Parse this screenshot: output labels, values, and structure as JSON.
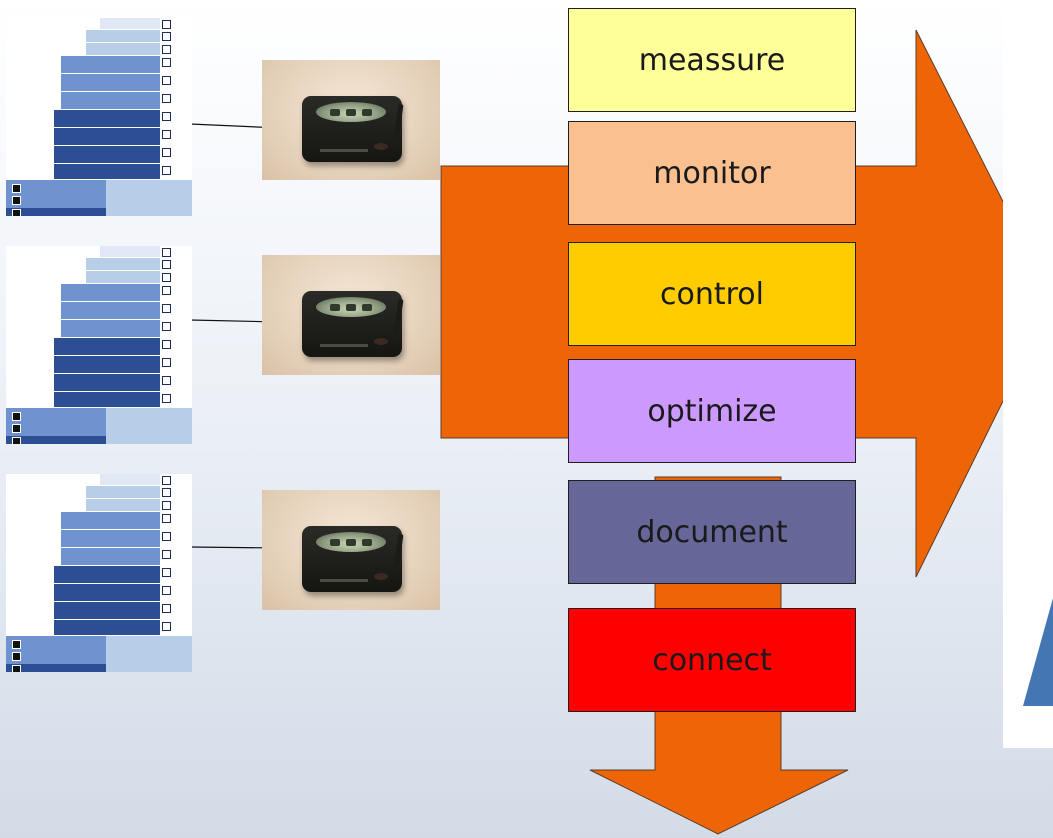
{
  "steps": [
    {
      "label": "meassure",
      "color": "#ffff99"
    },
    {
      "label": "monitor",
      "color": "#fac090"
    },
    {
      "label": "control",
      "color": "#ffcc00"
    },
    {
      "label": "optimize",
      "color": "#cc99ff"
    },
    {
      "label": "document",
      "color": "#666699"
    },
    {
      "label": "connect",
      "color": "#ff0000"
    }
  ],
  "colors": {
    "flow_arrow": "#ee6507",
    "stack_light": "#b7cde8",
    "stack_mid": "#6e93cf",
    "stack_dark": "#2c4f93",
    "stack_navy": "#15306a",
    "logo_blue": "#4476b3"
  },
  "icons": [
    "ui-stack-thumbnail",
    "sensor-device-photo",
    "arrow-right",
    "big-arrow-right",
    "big-arrow-down"
  ]
}
